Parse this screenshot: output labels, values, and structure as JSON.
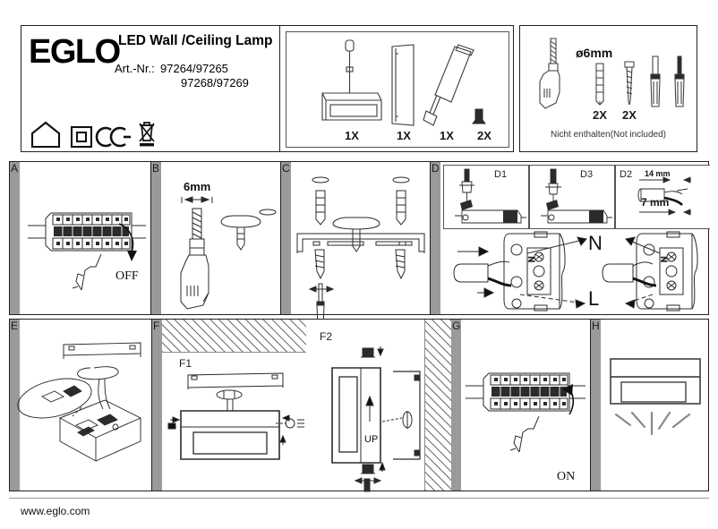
{
  "document": {
    "brand": "EGLO",
    "title": "LED Wall /Ceiling Lamp",
    "art_nr_label": "Art.-Nr.:",
    "art_nr_line1": "97264/97265",
    "art_nr_line2": "97268/97269",
    "footer_url": "www.eglo.com",
    "symbols": [
      {
        "name": "indoor-use-house-icon",
        "meaning": "indoor use"
      },
      {
        "name": "class-2-double-insulation-icon",
        "meaning": "class II"
      },
      {
        "name": "ce-mark-icon",
        "meaning": "CE"
      },
      {
        "name": "weee-crossed-bin-icon",
        "meaning": "do not dispose in household waste"
      }
    ]
  },
  "parts_included": {
    "items": [
      {
        "name": "lamp-body",
        "qty": "1X"
      },
      {
        "name": "mounting-bracket",
        "qty": "1X"
      },
      {
        "name": "led-driver",
        "qty": "1X"
      },
      {
        "name": "cable-clip",
        "qty": "2X"
      }
    ]
  },
  "parts_not_included": {
    "note": "Nicht enthalten(Not included)",
    "drill_diameter": "ø6mm",
    "items": [
      {
        "name": "drill-bit",
        "qty": ""
      },
      {
        "name": "wall-plug",
        "qty": "2X"
      },
      {
        "name": "screw",
        "qty": "2X"
      },
      {
        "name": "flat-screwdriver",
        "qty": ""
      },
      {
        "name": "cross-screwdriver",
        "qty": ""
      }
    ]
  },
  "steps": [
    {
      "id": "A",
      "letter": "A",
      "name": "switch-power-off",
      "callout": "OFF"
    },
    {
      "id": "B",
      "letter": "B",
      "name": "drill-holes",
      "dimension": "6mm"
    },
    {
      "id": "C",
      "letter": "C",
      "name": "fix-bracket-to-wall"
    },
    {
      "id": "D",
      "letter": "D",
      "name": "wire-connection",
      "sub_panels": [
        {
          "id": "D1",
          "label": "D1",
          "name": "open-terminal-d1"
        },
        {
          "id": "D3",
          "label": "D3",
          "name": "open-terminal-d3"
        },
        {
          "id": "D2",
          "label": "D2",
          "name": "strip-wire-d2"
        }
      ],
      "terminals": [
        {
          "label": "N",
          "name": "neutral-terminal"
        },
        {
          "label": "L",
          "name": "live-terminal"
        }
      ],
      "strip_dimensions": [
        {
          "value": "14 mm",
          "name": "outer-sheath-strip-length"
        },
        {
          "value": "7 mm",
          "name": "conductor-strip-length"
        }
      ]
    },
    {
      "id": "E",
      "letter": "E",
      "name": "connect-lamp-to-bracket"
    },
    {
      "id": "F",
      "letter": "F",
      "name": "mount-lamp",
      "sub_panels": [
        {
          "id": "F1",
          "label": "F1",
          "name": "ceiling-mount"
        },
        {
          "id": "F2",
          "label": "F2",
          "name": "wall-mount",
          "orientation": "UP"
        }
      ]
    },
    {
      "id": "G",
      "letter": "G",
      "name": "switch-power-on",
      "callout": "ON"
    },
    {
      "id": "H",
      "letter": "H",
      "name": "lamp-illuminated"
    }
  ],
  "colors": {
    "ink": "#231f20",
    "tab_gray": "#9a9a9a",
    "line_gray": "#6d6d6d",
    "paper": "#ffffff"
  }
}
